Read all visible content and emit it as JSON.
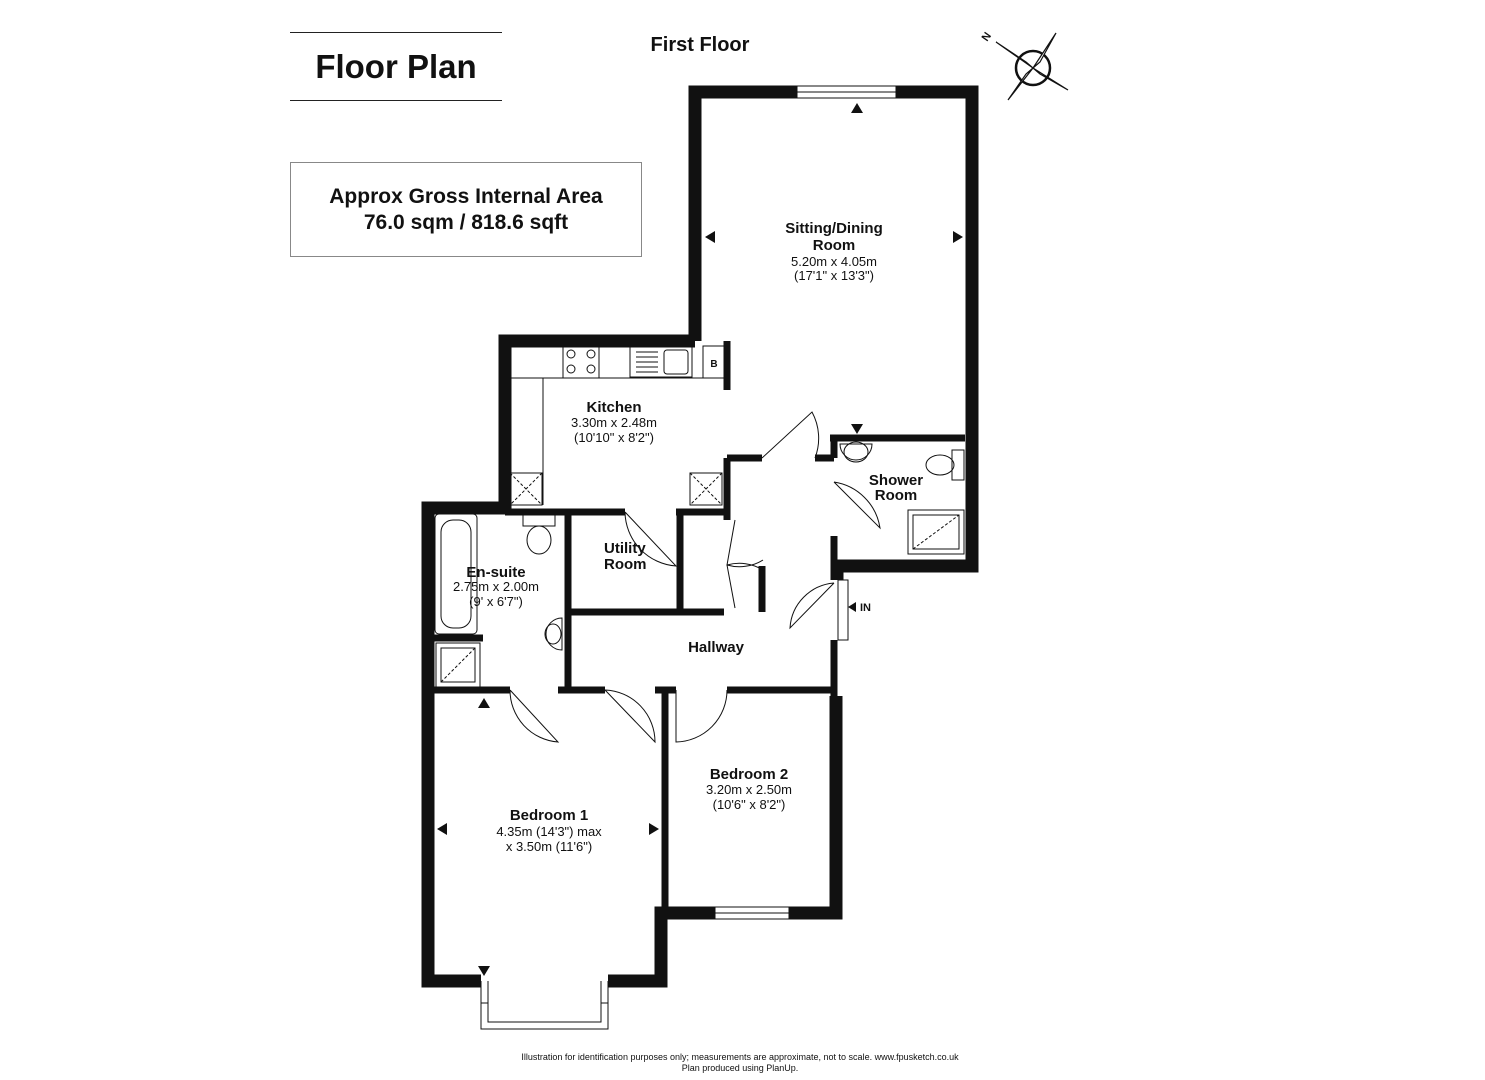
{
  "header": {
    "title": "Floor Plan",
    "floor": "First Floor"
  },
  "area": {
    "label": "Approx Gross Internal Area",
    "value": "76.0 sqm / 818.6 sqft"
  },
  "compass": {
    "north_label": "N"
  },
  "rooms": {
    "sitting": {
      "name_line1": "Sitting/Dining",
      "name_line2": "Room",
      "dim_metric": "5.20m x 4.05m",
      "dim_imperial": "(17'1\" x 13'3\")"
    },
    "kitchen": {
      "name": "Kitchen",
      "dim_metric": "3.30m x 2.48m",
      "dim_imperial": "(10'10\" x 8'2\")",
      "boiler_label": "B"
    },
    "shower": {
      "name_line1": "Shower",
      "name_line2": "Room"
    },
    "utility": {
      "name_line1": "Utility",
      "name_line2": "Room"
    },
    "ensuite": {
      "name": "En-suite",
      "dim_metric": "2.75m x 2.00m",
      "dim_imperial": "(9' x 6'7\")"
    },
    "hallway": {
      "name": "Hallway"
    },
    "entrance": {
      "label": "IN"
    },
    "bedroom1": {
      "name": "Bedroom 1",
      "dim_line1": "4.35m (14'3\") max",
      "dim_line2": "x 3.50m (11'6\")"
    },
    "bedroom2": {
      "name": "Bedroom 2",
      "dim_metric": "3.20m x 2.50m",
      "dim_imperial": "(10'6\" x 8'2\")"
    }
  },
  "footer": {
    "line1": "Illustration for identification purposes only; measurements are approximate, not to scale. www.fpusketch.co.uk",
    "line2": "Plan produced using PlanUp."
  }
}
